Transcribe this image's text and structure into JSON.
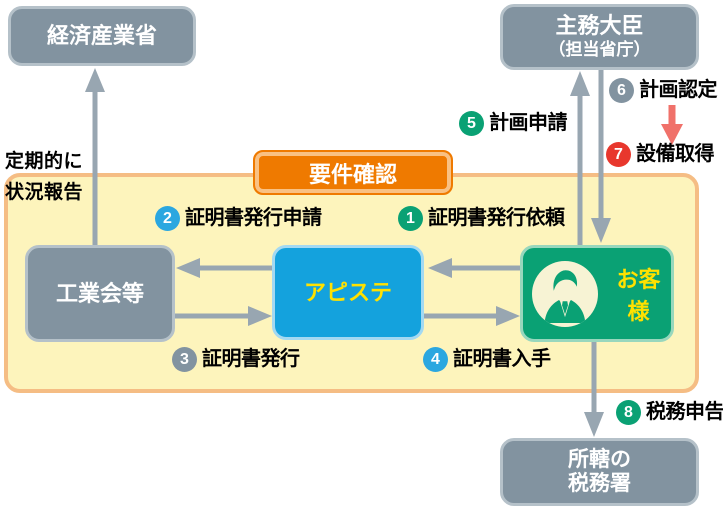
{
  "nodes": {
    "meti": {
      "label": "経済産業省"
    },
    "minister": {
      "line1": "主務大臣",
      "line2": "（担当省庁）"
    },
    "association": {
      "label": "工業会等"
    },
    "apiste": {
      "label": "アピステ"
    },
    "customer": {
      "label": "お客様"
    },
    "tax_office": {
      "line1": "所轄の",
      "line2": "税務署"
    }
  },
  "requirement_badge": {
    "label": "要件確認"
  },
  "side_note": {
    "line1": "定期的に",
    "line2": "状況報告"
  },
  "steps": {
    "s1": {
      "num": "1",
      "label": "証明書発行依頼",
      "color": "#0aa174"
    },
    "s2": {
      "num": "2",
      "label": "証明書発行申請",
      "color": "#2ba7e0"
    },
    "s3": {
      "num": "3",
      "label": "証明書発行",
      "color": "#8293a0"
    },
    "s4": {
      "num": "4",
      "label": "証明書入手",
      "color": "#2ba7e0"
    },
    "s5": {
      "num": "5",
      "label": "計画申請",
      "color": "#0aa174"
    },
    "s6": {
      "num": "6",
      "label": "計画認定",
      "color": "#8293a0"
    },
    "s7": {
      "num": "7",
      "label": "設備取得",
      "color": "#e8372d"
    },
    "s8": {
      "num": "8",
      "label": "税務申告",
      "color": "#0aa174"
    }
  },
  "icons": {
    "customer_avatar": "person-icon"
  },
  "colors": {
    "gray_box": "#8293a0",
    "gray_box_border": "#b5c1c9",
    "blue_box": "#14a2dd",
    "blue_box_border": "#a3d9f2",
    "green_box": "#0aa174",
    "green_box_border": "#98d7bd",
    "panel_fill": "#fdf4bc",
    "panel_border": "#f5bd84",
    "badge_fill": "#ef7a00",
    "arrow_gray": "#98a6b1",
    "arrow_red": "#f0716a",
    "box_label_yellow": "#ffe100"
  }
}
